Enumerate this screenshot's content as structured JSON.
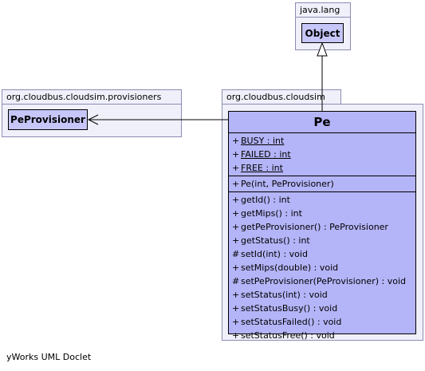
{
  "packages": {
    "java_lang": {
      "name": "java.lang"
    },
    "provisioners": {
      "name": "org.cloudbus.cloudsim.provisioners"
    },
    "cloudsim": {
      "name": "org.cloudbus.cloudsim"
    }
  },
  "classes": {
    "object": {
      "name": "Object"
    },
    "pe_provisioner": {
      "name": "PeProvisioner"
    },
    "pe": {
      "name": "Pe",
      "fields": [
        {
          "vis": "+",
          "text": "BUSY : int",
          "static": true
        },
        {
          "vis": "+",
          "text": "FAILED : int",
          "static": true
        },
        {
          "vis": "+",
          "text": "FREE : int",
          "static": true
        }
      ],
      "constructors": [
        {
          "vis": "+",
          "text": "Pe(int, PeProvisioner)"
        }
      ],
      "methods": [
        {
          "vis": "+",
          "text": "getId() : int"
        },
        {
          "vis": "+",
          "text": "getMips() : int"
        },
        {
          "vis": "+",
          "text": "getPeProvisioner() : PeProvisioner"
        },
        {
          "vis": "+",
          "text": "getStatus() : int"
        },
        {
          "vis": "#",
          "text": "setId(int) : void"
        },
        {
          "vis": "+",
          "text": "setMips(double) : void"
        },
        {
          "vis": "#",
          "text": "setPeProvisioner(PeProvisioner) : void"
        },
        {
          "vis": "+",
          "text": "setStatus(int) : void"
        },
        {
          "vis": "+",
          "text": "setStatusBusy() : void"
        },
        {
          "vis": "+",
          "text": "setStatusFailed() : void"
        },
        {
          "vis": "+",
          "text": "setStatusFree() : void"
        }
      ]
    }
  },
  "footer": {
    "text": "yWorks UML Doclet"
  }
}
